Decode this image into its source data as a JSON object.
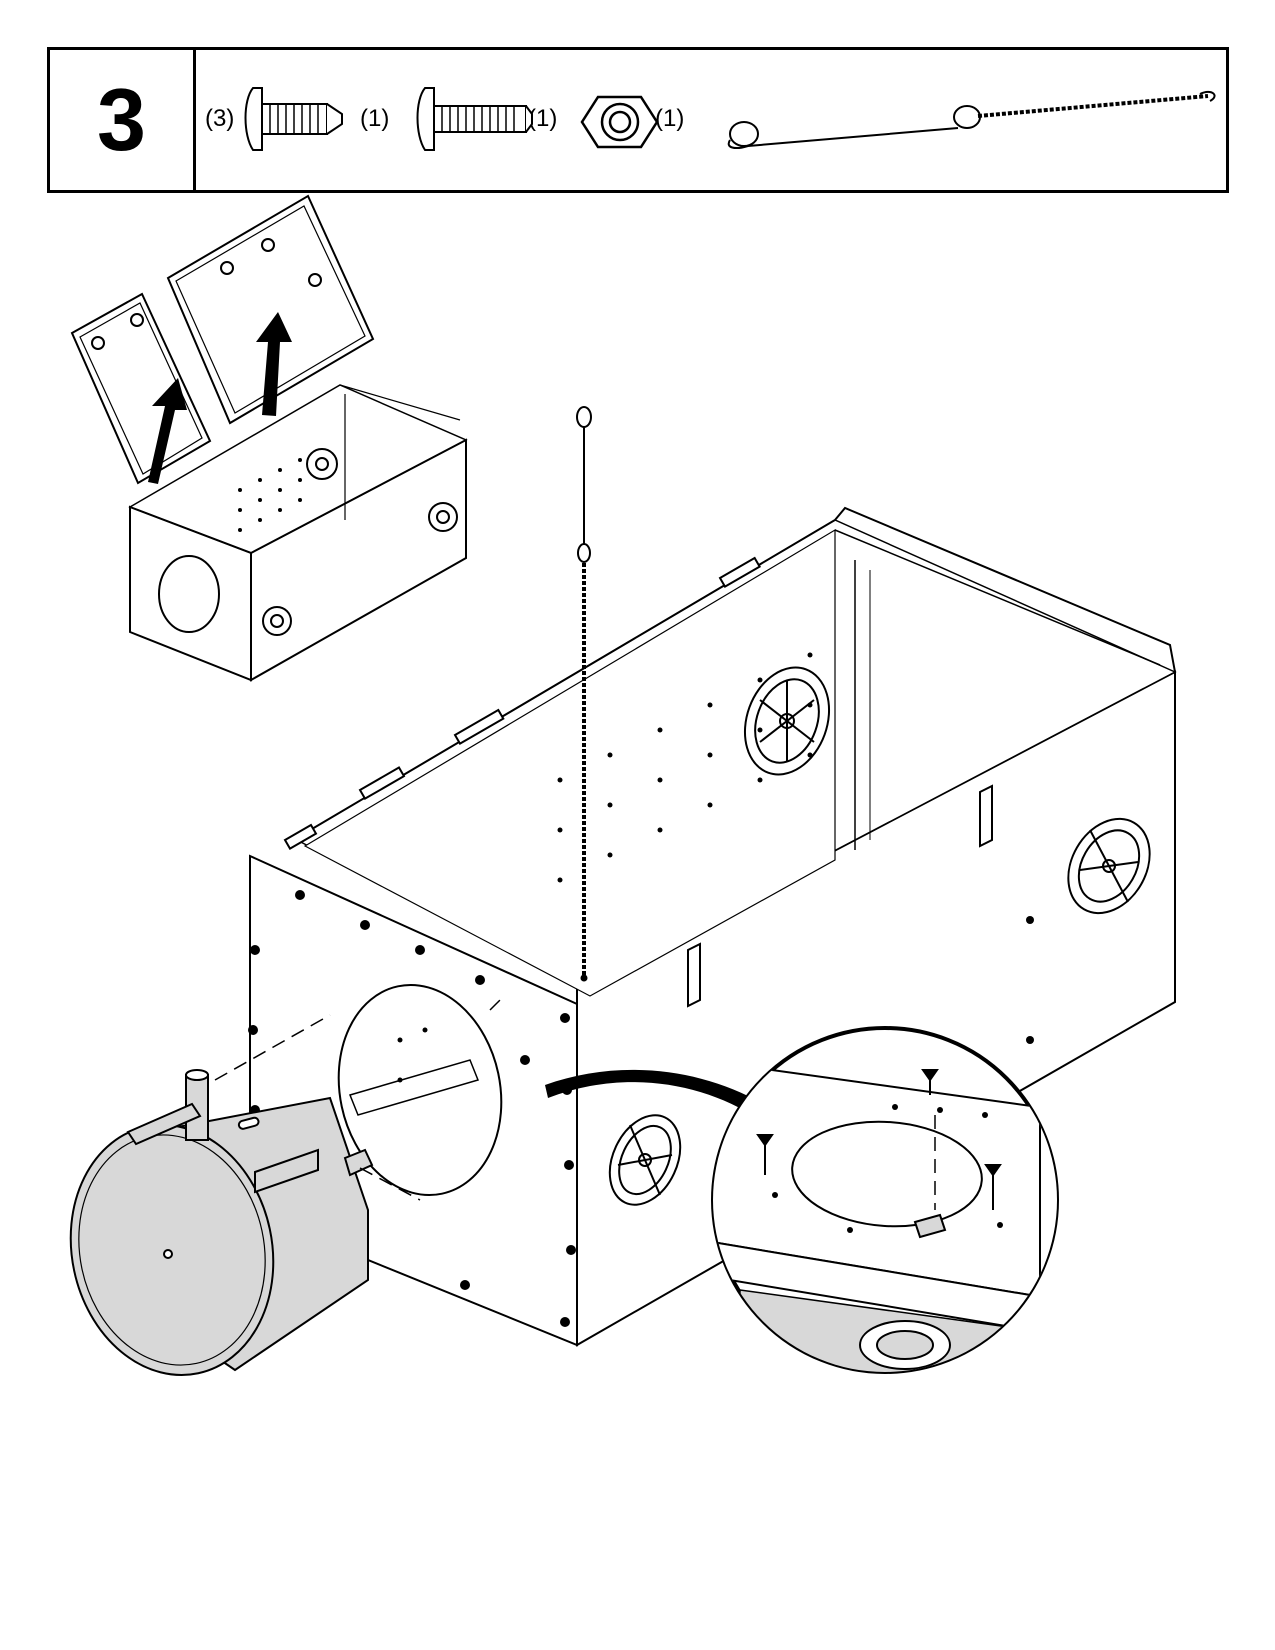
{
  "step": {
    "number": "3"
  },
  "parts": [
    {
      "quantity": "(3)",
      "icon": "short-screw-icon"
    },
    {
      "quantity": "(1)",
      "icon": "long-screw-icon"
    },
    {
      "quantity": "(1)",
      "icon": "hex-nut-icon"
    },
    {
      "quantity": "(1)",
      "icon": "match-holder-chain-icon"
    }
  ],
  "colors": {
    "line": "#000000",
    "burner_fill": "#d8d8d8",
    "panel_fill": "#ffffff"
  }
}
